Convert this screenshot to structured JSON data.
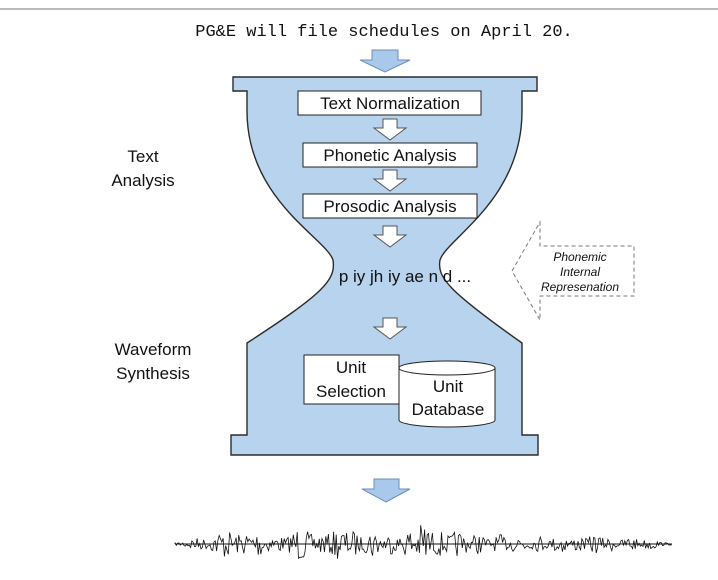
{
  "input_sentence": "PG&E will file schedules on April 20.",
  "stage_labels": {
    "text_analysis": [
      "Text",
      "Analysis"
    ],
    "waveform_synthesis": [
      "Waveform",
      "Synthesis"
    ]
  },
  "process_boxes": {
    "text_normalization": "Text Normalization",
    "phonetic_analysis": "Phonetic Analysis",
    "prosodic_analysis": "Prosodic Analysis",
    "unit_selection": [
      "Unit",
      "Selection"
    ],
    "unit_database": [
      "Unit",
      "Database"
    ]
  },
  "phoneme_string": "p iy jh iy ae n d ...",
  "callout": [
    "Phonemic",
    "Internal",
    "Represenation"
  ],
  "colors": {
    "hourglass_fill": "#b8d3ee",
    "hourglass_stroke": "#2b2b2b",
    "arrow_fill": "#a9c9ec",
    "arrow_stroke": "#6d8fb5"
  }
}
